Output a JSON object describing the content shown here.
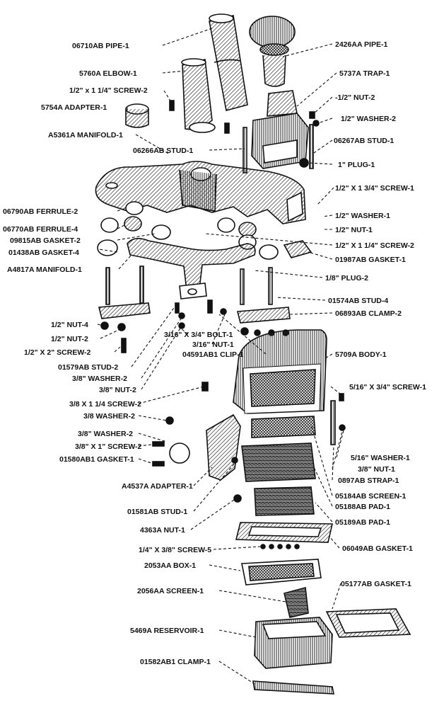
{
  "diagram": {
    "labels": {
      "pipe_06710ab": "06710AB PIPE-1",
      "pipe_2426aa": "2426AA PIPE-1",
      "elbow_5760a": "5760A ELBOW-1",
      "trap_5737a": "5737A TRAP-1",
      "screw_half_x_1q": "1/2\" x 1 1/4\" SCREW-2",
      "nut_half_2_top": "-1/2\" NUT-2",
      "adapter_5754a": "5754A ADAPTER-1",
      "washer_half_2_top": "1/2\" WASHER-2",
      "manifold_a5361a": "A5361A MANIFOLD-1",
      "stud_06267ab": "06267AB STUD-1",
      "stud_06266ab": "06266AB STUD-1",
      "plug_1in": "1\" PLUG-1",
      "screw_half_x_1_3q": "1/2\" X 1 3/4\" SCREW-1",
      "ferrule_06790ab": "06790AB FERRULE-2",
      "washer_half_1": "1/2\" WASHER-1",
      "ferrule_06770ab": "06770AB FERRULE-4",
      "nut_half_1": "1/2\" NUT-1",
      "gasket_09815ab": "09815AB GASKET-2",
      "screw_half_x_1q_2": "1/2\" X 1 1/4\" SCREW-2",
      "gasket_01438ab": "01438AB GASKET-4",
      "gasket_01987ab": "01987AB GASKET-1",
      "manifold_a4817a": "A4817A MANIFOLD-1",
      "plug_1_8": "1/8\" PLUG-2",
      "stud_01574ab": "01574AB STUD-4",
      "clamp_06893ab": "06893AB CLAMP-2",
      "nut_half_4": "1/2\" NUT-4",
      "nut_half_2": "1/2\" NUT-2",
      "bolt_3_16": "3/16\" X 3/4\" BOLT-1",
      "nut_3_16": "3/16\" NUT-1",
      "screw_half_x_2": "1/2\" X 2\" SCREW-2",
      "clip_04591ab1": "04591AB1 CLIP-1",
      "body_5709a": "5709A BODY-1",
      "stud_01579ab": "01579AB STUD-2",
      "washer_3_8_2": "3/8\" WASHER-2",
      "nut_3_8_2": "3/8\" NUT-2",
      "screw_5_16": "5/16\" X 3/4\" SCREW-1",
      "screw_3_8_x_1q": "3/8 X 1 1/4 SCREW-2",
      "washer_3_8_2b": "3/8 WASHER-2",
      "washer_3_8_2c": "3/8\" WASHER-2",
      "screw_3_8_x_1": "3/8\" X 1\" SCREW-2",
      "washer_5_16": "5/16\" WASHER-1",
      "gasket_01580ab1": "01580AB1 GASKET-1",
      "nut_3_8_1": "3/8\" NUT-1",
      "strap_0897ab": "0897AB STRAP-1",
      "adapter_a4537a": "A4537A ADAPTER-1",
      "screen_05184ab": "05184AB SCREEN-1",
      "stud_01581ab": "01581AB STUD-1",
      "pad_05188ab": "05188AB PAD-1",
      "pad_05189ab": "05189AB PAD-1",
      "nut_4363a": "4363A NUT-1",
      "screw_1_4": "1/4\" X 3/8\" SCREW-5",
      "gasket_06049ab": "06049AB GASKET-1",
      "box_2053aa": "2053AA BOX-1",
      "screen_2056aa": "2056AA SCREEN-1",
      "gasket_05177ab": "05177AB GASKET-1",
      "reservoir_5469a": "5469A RESERVOIR-1",
      "clamp_01582ab1": "01582AB1 CLAMP-1"
    }
  }
}
